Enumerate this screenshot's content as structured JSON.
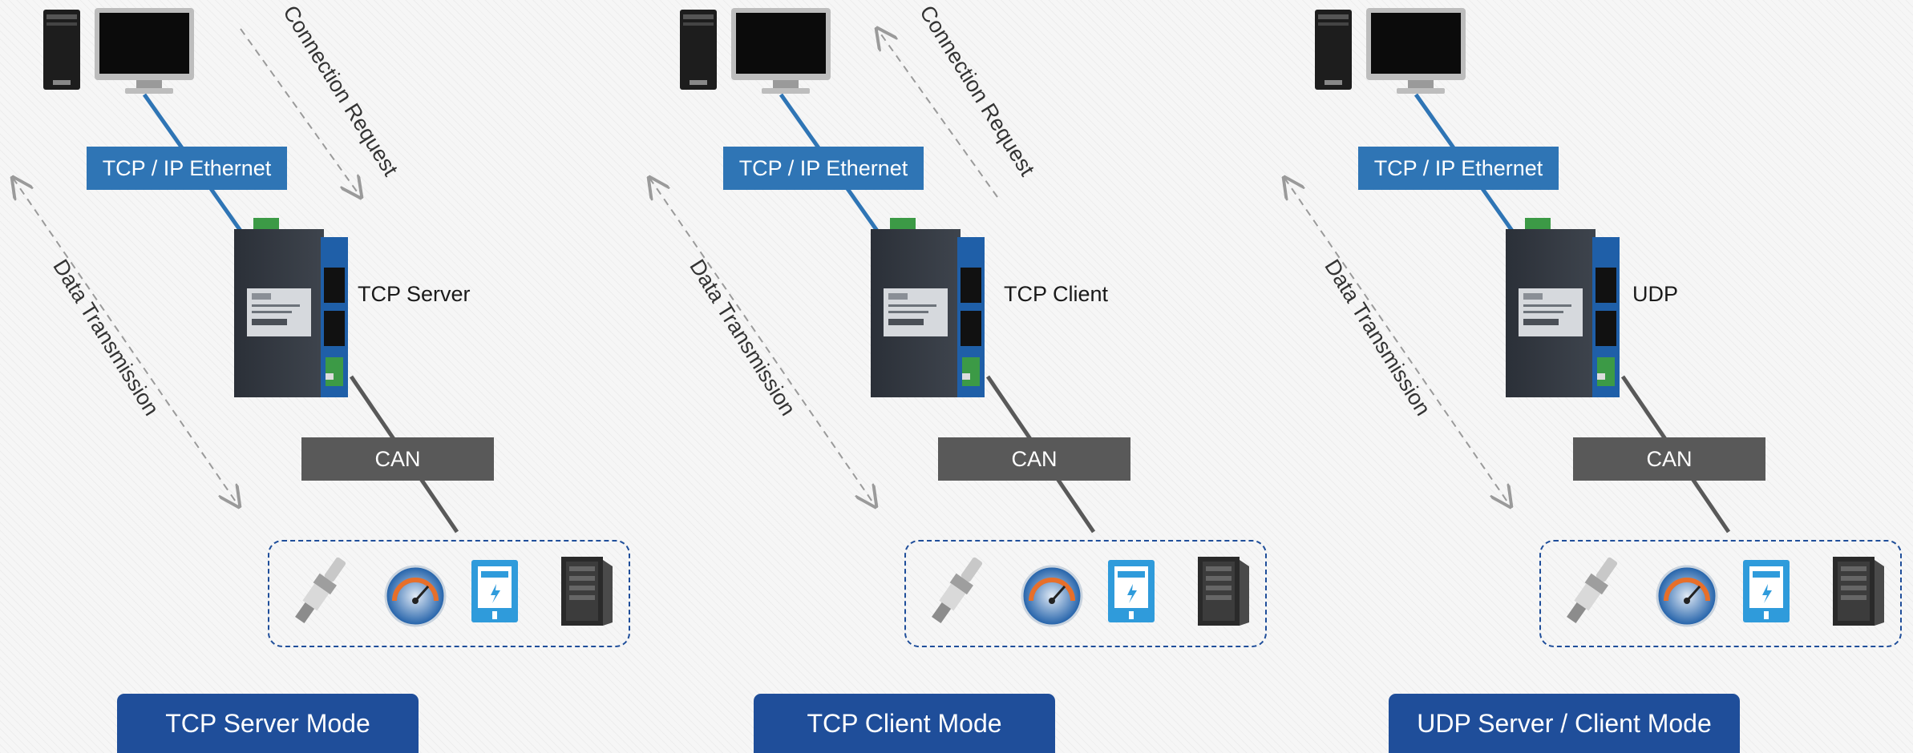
{
  "colors": {
    "ethernet_blue": "#2f75b5",
    "can_gray": "#595959",
    "mode_button": "#1f4e9a",
    "dashed_arrow": "#9a9a9a"
  },
  "icons": [
    "desktop-computer-icon",
    "gateway-device-icon",
    "sensor-probe-icon",
    "pressure-gauge-icon",
    "electric-meter-icon",
    "server-cabinet-icon"
  ],
  "panels": [
    {
      "ethernet_label": "TCP / IP Ethernet",
      "mode_label": "TCP Server",
      "bus_label": "CAN",
      "connection_label": "Connection Request",
      "data_label": "Data Transmission",
      "button": "TCP Server Mode"
    },
    {
      "ethernet_label": "TCP / IP Ethernet",
      "mode_label": "TCP Client",
      "bus_label": "CAN",
      "connection_label": "Connection Request",
      "data_label": "Data Transmission",
      "button": "TCP Client Mode"
    },
    {
      "ethernet_label": "TCP / IP Ethernet",
      "mode_label": "UDP",
      "bus_label": "CAN",
      "data_label": "Data Transmission",
      "button": "UDP Server / Client Mode"
    }
  ]
}
